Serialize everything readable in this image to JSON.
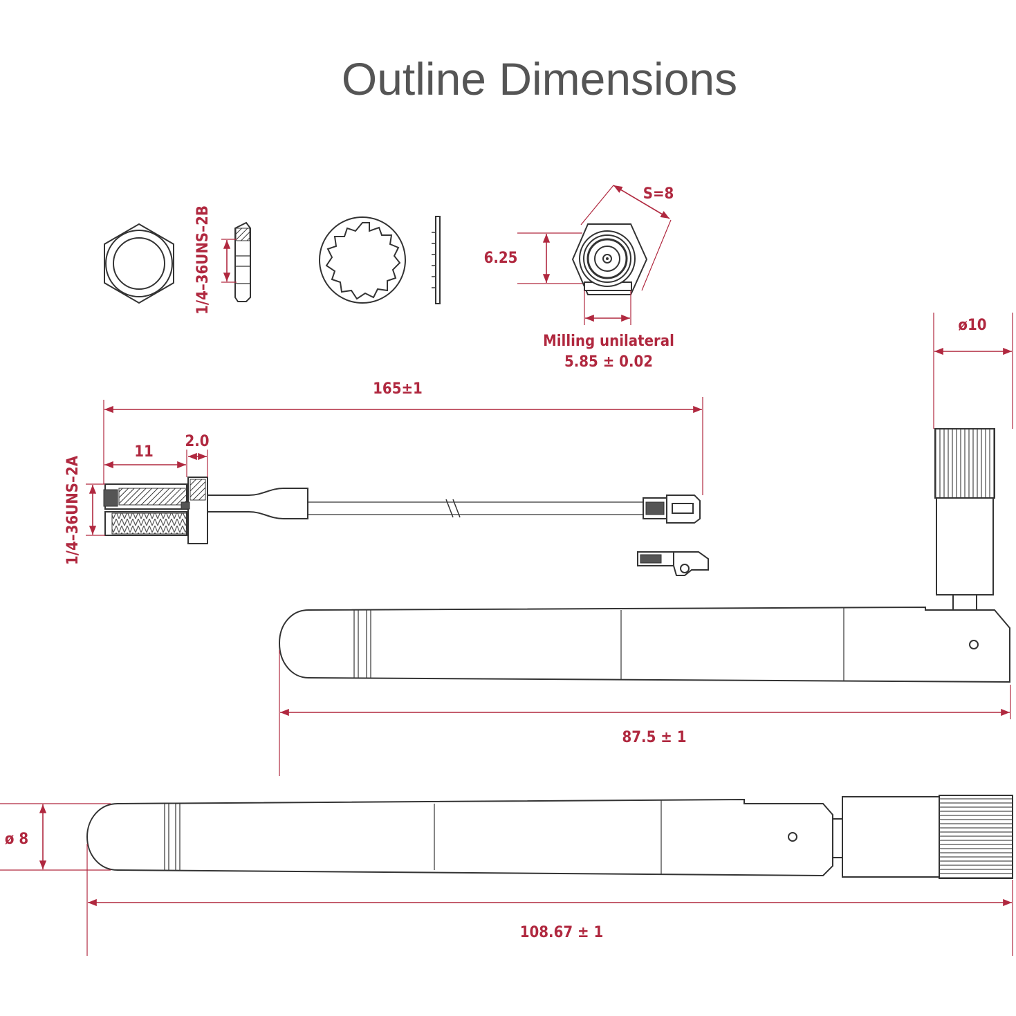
{
  "title": "Outline Dimensions",
  "accent_color": "#b0283f",
  "labels": {
    "nut_thread": "1/4–36UNS–2B",
    "connector_thread": "1/4–36UNS–2A",
    "hex_size": "S=8",
    "flat_height": "6.25",
    "milling_line1": "Milling unilateral",
    "milling_line2": "5.85 ± 0.02",
    "cable_length": "165±1",
    "thread_length": "11",
    "flange_thickness": "2.0",
    "antenna_diameter_top": "ø10",
    "folded_length": "87.5 ± 1",
    "antenna_diameter_side": "ø 8",
    "straight_length": "108.67 ± 1"
  }
}
